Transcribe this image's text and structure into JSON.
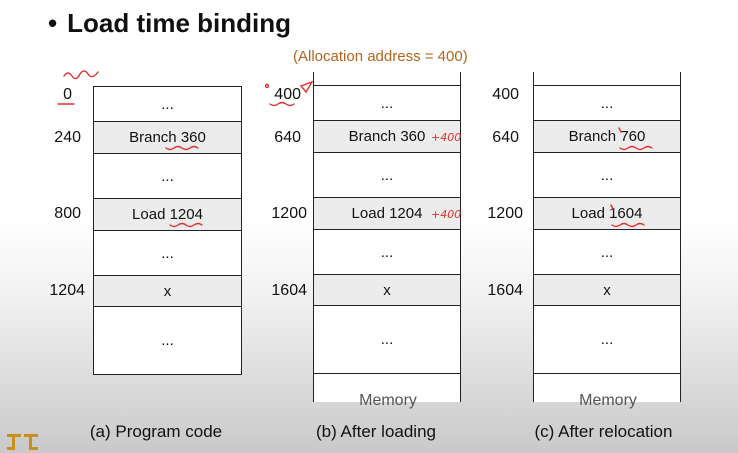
{
  "title": "Load time binding",
  "allocation_note": "(Allocation address = 400)",
  "memory_label": "Memory",
  "columns": [
    {
      "caption": "(a) Program code",
      "addresses": [
        "0",
        "240",
        "800",
        "1204"
      ],
      "cells": [
        "...",
        "Branch 360",
        "...",
        "Load 1204",
        "...",
        "x",
        "..."
      ]
    },
    {
      "caption": "(b) After loading",
      "addresses": [
        "400",
        "640",
        "1200",
        "1604"
      ],
      "cells": [
        "...",
        "Branch 360",
        "...",
        "Load 1204",
        "...",
        "x",
        "..."
      ],
      "annotations": [
        "+400",
        "+400"
      ]
    },
    {
      "caption": "(c) After relocation",
      "addresses": [
        "400",
        "640",
        "1200",
        "1604"
      ],
      "cells": [
        "...",
        "Branch 760",
        "...",
        "Load 1604",
        "...",
        "x",
        "..."
      ]
    }
  ],
  "colors": {
    "annotation": "#e03131",
    "allocation_note": "#b5651d",
    "shaded_cell": "#ececec"
  }
}
